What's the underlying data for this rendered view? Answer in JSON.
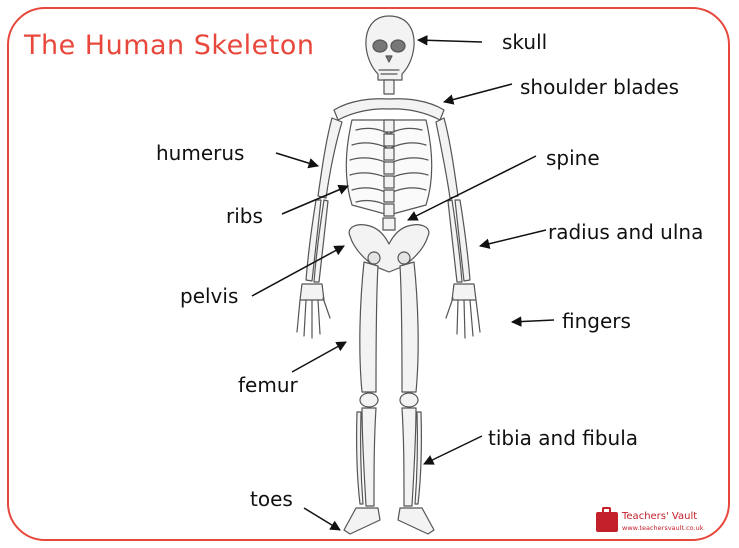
{
  "title": "The Human Skeleton",
  "title_color": "#e8473b",
  "frame_color": "#e8473b",
  "labels": {
    "skull": "skull",
    "shoulder_blades": "shoulder blades",
    "humerus": "humerus",
    "spine": "spine",
    "ribs": "ribs",
    "radius_ulna": "radius and ulna",
    "pelvis": "pelvis",
    "fingers": "fingers",
    "femur": "femur",
    "tibia_fibula": "tibia and fibula",
    "toes": "toes"
  },
  "logo": {
    "name": "Teachers' Vault",
    "url": "www.teachersvault.co.uk",
    "icon": "briefcase-icon",
    "color": "#c4202a"
  }
}
